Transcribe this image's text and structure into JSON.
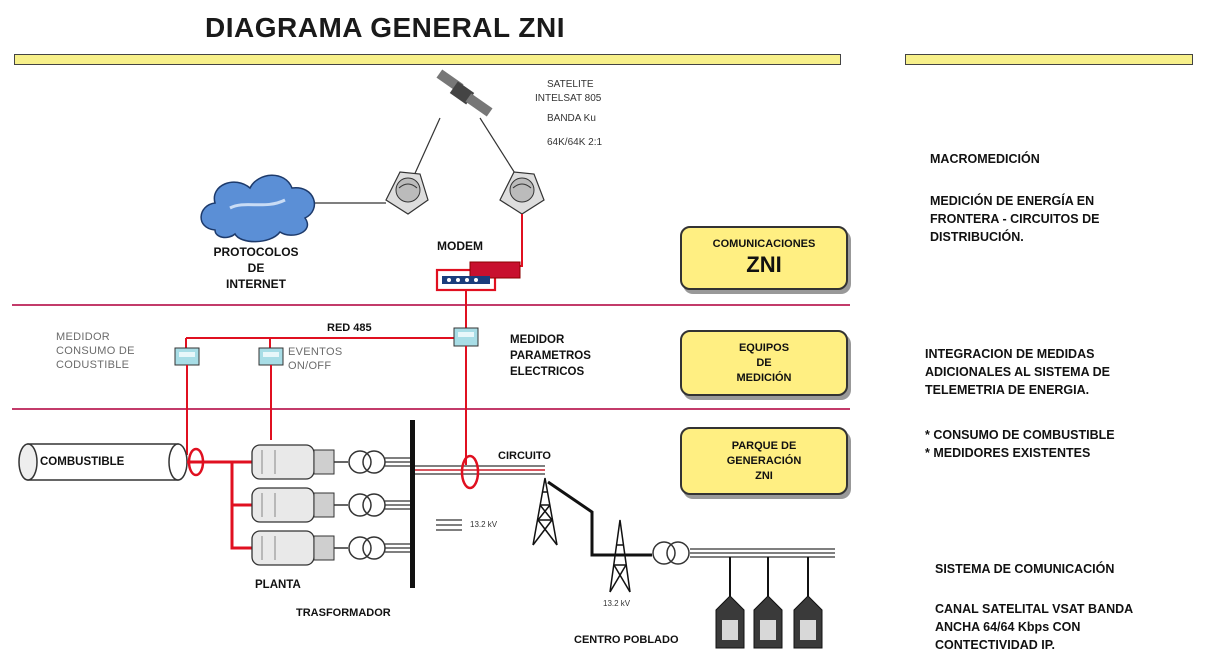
{
  "title": "DIAGRAMA GENERAL ZNI",
  "satellite": {
    "line1": "SATELITE",
    "line2": "INTELSAT 805",
    "line3": "BANDA Ku",
    "line4": "64K/64K 2:1"
  },
  "internet": {
    "line1": "PROTOCOLOS",
    "line2": "DE",
    "line3": "INTERNET"
  },
  "modem_label": "MODEM",
  "red485_label": "RED 485",
  "medidor_consumo": {
    "line1": "MEDIDOR",
    "line2": "CONSUMO DE",
    "line3": "CODUSTIBLE"
  },
  "eventos": {
    "line1": "EVENTOS",
    "line2": "ON/OFF"
  },
  "medidor_parametros": {
    "line1": "MEDIDOR",
    "line2": "PARAMETROS",
    "line3": "ELECTRICOS"
  },
  "combustible_label": "COMBUSTIBLE",
  "circuito_label": "CIRCUITO",
  "kv1_label": "13.2 kV",
  "kv2_label": "13.2 kV",
  "planta_label": "PLANTA",
  "trasformador_label": "TRASFORMADOR",
  "centro_poblado_label": "CENTRO POBLADO",
  "boxes": {
    "comunicaciones": {
      "line1": "COMUNICACIONES",
      "line2": "ZNI"
    },
    "equipos": {
      "line1": "EQUIPOS",
      "line2": "DE",
      "line3": "MEDICIÓN"
    },
    "parque": {
      "line1": "PARQUE DE",
      "line2": "GENERACIÓN",
      "line3": "ZNI"
    }
  },
  "right": {
    "macro_title": "MACROMEDICIÓN",
    "macro_text": [
      "MEDICIÓN DE ENERGÍA EN",
      "FRONTERA - CIRCUITOS DE",
      "DISTRIBUCIÓN."
    ],
    "integracion_text": [
      "INTEGRACION DE MEDIDAS",
      "ADICIONALES AL SISTEMA DE",
      "TELEMETRIA DE ENERGIA."
    ],
    "bullet1": "* CONSUMO DE COMBUSTIBLE",
    "bullet2": "* MEDIDORES EXISTENTES",
    "sistema_title": "SISTEMA DE COMUNICACIÓN",
    "sistema_text": [
      "CANAL SATELITAL VSAT BANDA",
      "ANCHA 64/64 Kbps CON",
      "CONTECTIVIDAD IP."
    ]
  },
  "colors": {
    "red": "#e01020",
    "band": "#c33b6a",
    "yellow": "#ffef82",
    "cloud": "#5b8fd6",
    "meter": "#a8dde6"
  }
}
